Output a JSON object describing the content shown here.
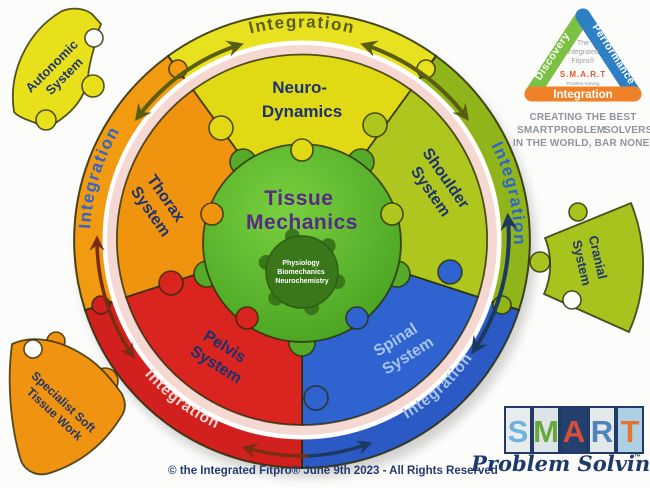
{
  "wheel": {
    "ring": [
      {
        "id": "top",
        "label": "Integration",
        "color": "#e7e120",
        "label_color": "#5c5e11"
      },
      {
        "id": "right",
        "label": "Integration",
        "color": "#8fb51a",
        "label_color": "#2e64cc"
      },
      {
        "id": "bottom_right",
        "label": "Integration",
        "color": "#2b5ac5",
        "label_color": "#a8c4ea"
      },
      {
        "id": "bottom_left",
        "label": "Integration",
        "color": "#d2201f",
        "label_color": "#f6d9d3"
      },
      {
        "id": "left",
        "label": "Integration",
        "color": "#f29a10",
        "label_color": "#2e64cc"
      }
    ],
    "segments": [
      {
        "id": "neuro",
        "line1": "Neuro-",
        "line2": "Dynamics",
        "color": "#e0d914",
        "label_color": "#1d3270"
      },
      {
        "id": "shoulder",
        "line1": "Shoulder",
        "line2": "System",
        "color": "#aec61d",
        "label_color": "#1d3270"
      },
      {
        "id": "spinal",
        "line1": "Spinal",
        "line2": "System",
        "color": "#2f63cf",
        "label_color": "#a5c4ef"
      },
      {
        "id": "pelvis",
        "line1": "Pelvis",
        "line2": "System",
        "color": "#da2420",
        "label_color": "#17336e"
      },
      {
        "id": "thorax",
        "line1": "Thorax",
        "line2": "System",
        "color": "#f0940f",
        "label_color": "#1d3270"
      }
    ],
    "center": {
      "line1": "Tissue",
      "line2": "Mechanics",
      "knob_color": "#55ab29"
    },
    "core": {
      "line1": "Physiology",
      "line2": "Biomechanics",
      "line3": "Neurochemistry",
      "color": "#3a771b"
    },
    "band_color": "#f6d8d3"
  },
  "external_pieces": [
    {
      "id": "autonomic",
      "line1": "Autonomic",
      "line2": "System",
      "color": "#e7e01b"
    },
    {
      "id": "cranial",
      "line1": "Cranial",
      "line2": "System",
      "color": "#a7c31e"
    },
    {
      "id": "specialist",
      "line1": "Specialist Soft",
      "line2": "Tissue Work",
      "color": "#f09310"
    }
  ],
  "badge": {
    "discovery": "Discovery",
    "performance": "Performance",
    "integration": "Integration",
    "center_line1": "The",
    "center_line2": "Integrated",
    "center_line3": "Fitpro®",
    "brand": "S.M.A.R.T",
    "brand_sub": "Problem-Solving",
    "colors": {
      "discovery": "#7bc143",
      "performance": "#2f7fc4",
      "integration": "#ef8228"
    }
  },
  "tagline": {
    "line1": "CREATING THE BEST",
    "word1": "SMART",
    "word2": "PROBLEM",
    "word3": "SOLVERS",
    "line3": "IN THE WORLD, BAR NONE!",
    "colors": {
      "word1": "#e2572b",
      "word2": "#6dad3d",
      "word3": "#4da0d8"
    }
  },
  "smart_logo": {
    "tiles": [
      {
        "char": "S",
        "bg": "#e7ecee",
        "fg": "#6fb3da"
      },
      {
        "char": "M",
        "bg": "#dde4e8",
        "fg": "#66a83c"
      },
      {
        "char": "A",
        "bg": "#24406f",
        "fg": "#d85038"
      },
      {
        "char": "R",
        "bg": "#e3e8eb",
        "fg": "#4e83bb"
      },
      {
        "char": "T",
        "bg": "#add0e4",
        "fg": "#e0762f"
      }
    ],
    "script": "Problem Solving",
    "tm": "™"
  },
  "footer": {
    "copyright": "© the Integrated Fitpro® June 9th 2023 - All Rights Reserved"
  }
}
